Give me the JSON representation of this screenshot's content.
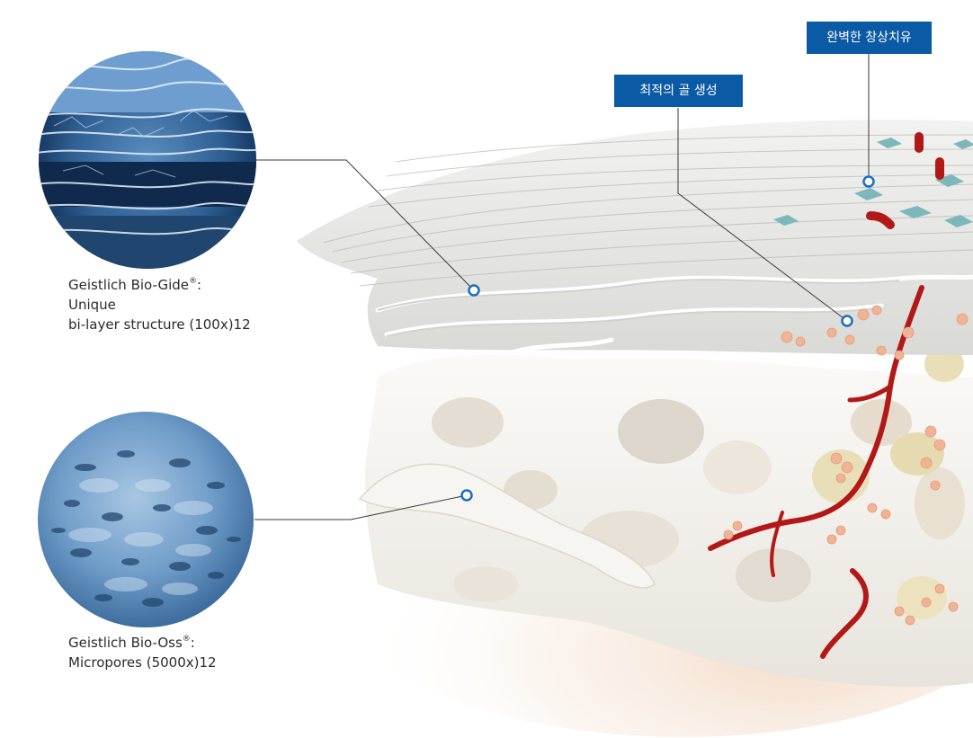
{
  "labels": {
    "healing_tag": "완벽한 창상치유",
    "bone_tag": "최적의 골 생성"
  },
  "captions": {
    "biogide": {
      "brand": "Geistlich Bio-Gide",
      "mark": "®",
      "suffix": ":",
      "line2": "Unique",
      "line3": "bi-layer structure (100x)12"
    },
    "biooss": {
      "brand": "Geistlich Bio-Oss",
      "mark": "®",
      "suffix": ":",
      "line2": "Micropores (5000x)12"
    }
  },
  "colors": {
    "tag_blue": "#0b5aa5",
    "marker_blue": "#1a6fc0",
    "vessel_red": "#b31818",
    "bone_white": "#f4f2ee",
    "membrane_grey": "#e6e6e6",
    "cell_orange": "#f1b395",
    "soft_tissue_teal": "#79b5b7",
    "micro_blue": "#5c8fc0"
  }
}
